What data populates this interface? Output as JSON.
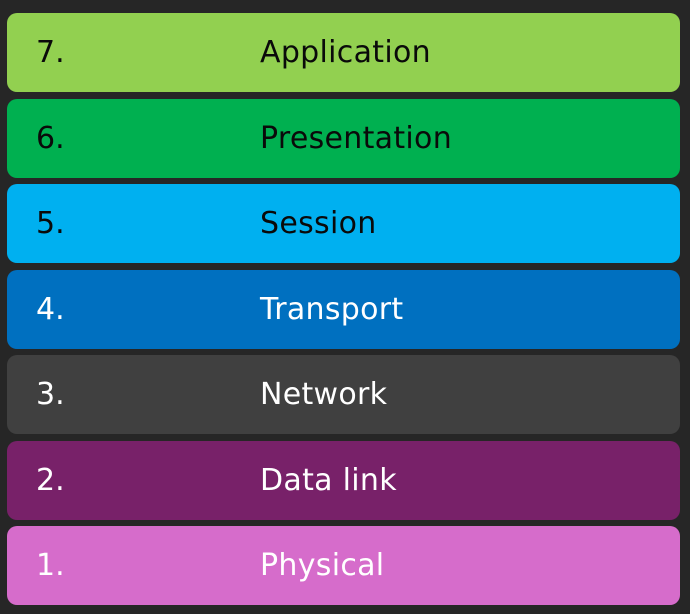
{
  "layers": [
    {
      "number": "7.",
      "name": "Application",
      "bg": "#92d050",
      "fg": "#0a0a0a"
    },
    {
      "number": "6.",
      "name": "Presentation",
      "bg": "#00b050",
      "fg": "#0a0a0a"
    },
    {
      "number": "5.",
      "name": "Session",
      "bg": "#00b0f0",
      "fg": "#0a0a0a"
    },
    {
      "number": "4.",
      "name": "Transport",
      "bg": "#0070c0",
      "fg": "#ffffff"
    },
    {
      "number": "3.",
      "name": "Network",
      "bg": "#404040",
      "fg": "#ffffff"
    },
    {
      "number": "2.",
      "name": "Data link",
      "bg": "#782169",
      "fg": "#ffffff"
    },
    {
      "number": "1.",
      "name": "Physical",
      "bg": "#d66ccb",
      "fg": "#ffffff"
    }
  ]
}
